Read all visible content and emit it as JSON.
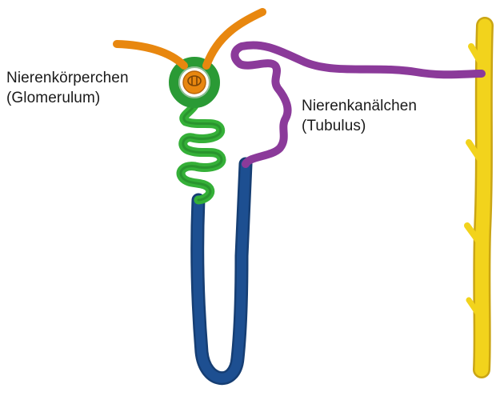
{
  "labels": {
    "glomerulum": {
      "line1": "Nierenkörperchen",
      "line2": "(Glomerulum)"
    },
    "tubulus": {
      "line1": "Nierenkanälchen",
      "line2": "(Tubulus)"
    }
  },
  "colors": {
    "arterioles": "#e8870f",
    "glomerulus_capsule": "#2a9a35",
    "proximal_tubule": "#3cb43c",
    "loop_of_henle": "#1d4f91",
    "distal_tubule": "#8b3a9a",
    "collecting_duct": "#f2d31c",
    "collecting_duct_edge": "#caa514"
  }
}
